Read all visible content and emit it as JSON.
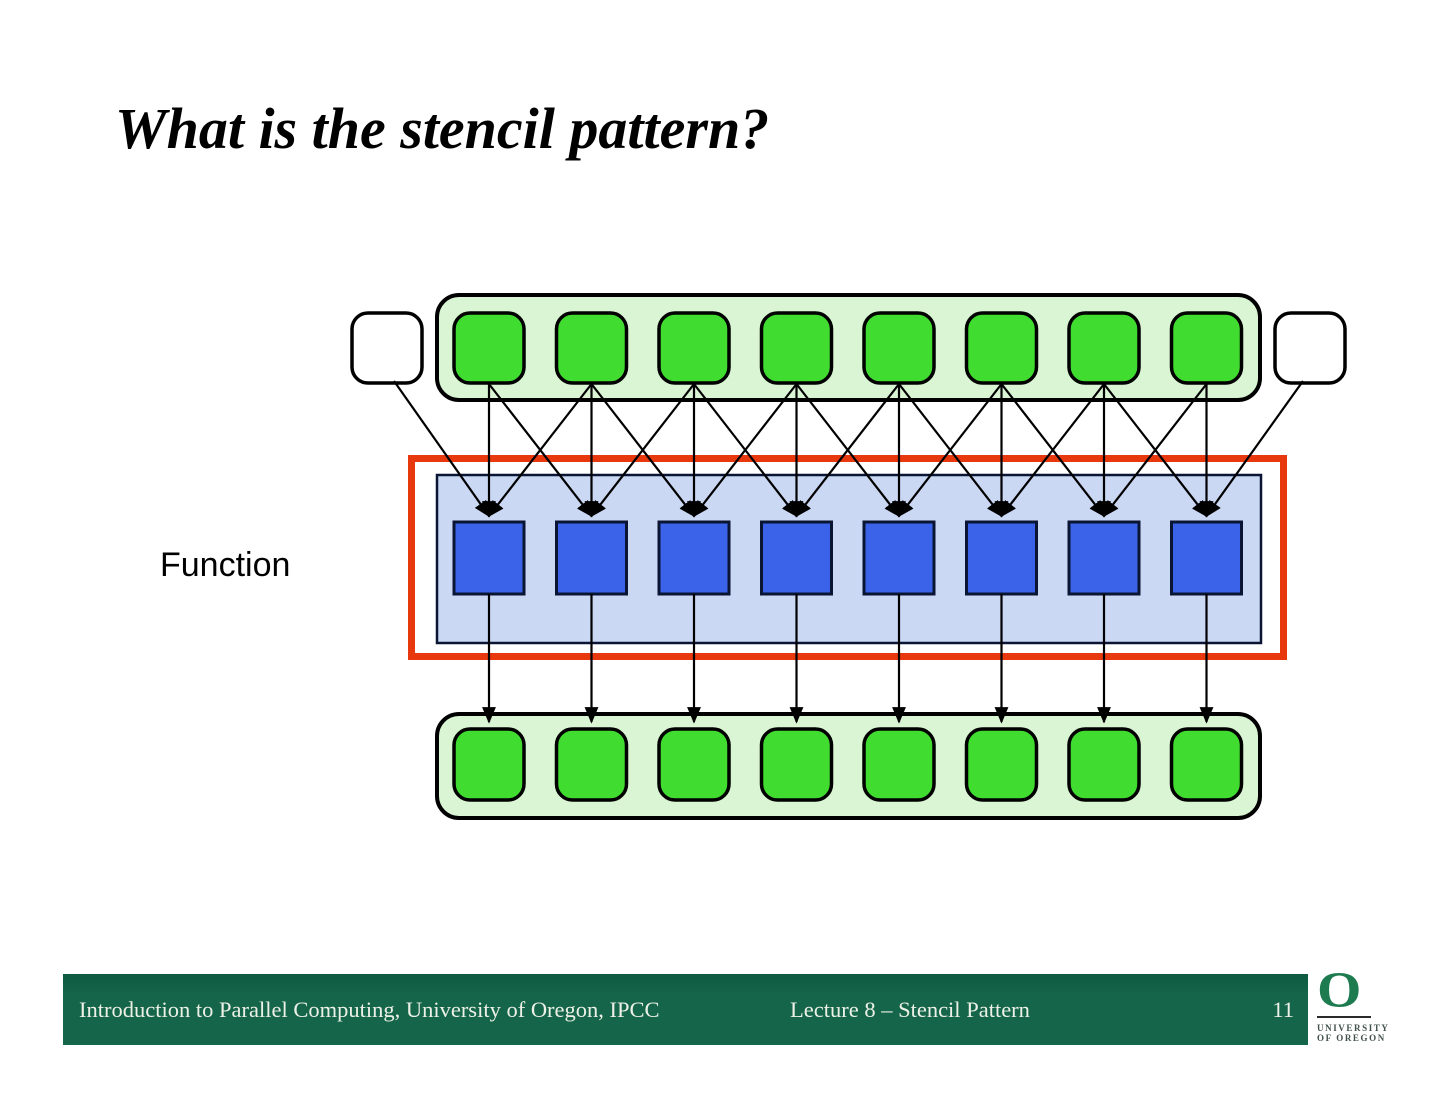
{
  "slide": {
    "title": "What is the stencil pattern?",
    "function_label": "Function",
    "background_color": "#ffffff"
  },
  "diagram": {
    "kind": "stencil-pattern-dataflow",
    "columns": 8,
    "top_row": {
      "data_cells": 8,
      "ghost_cells": 2
    },
    "middle_row": {
      "task_cells": 8
    },
    "bottom_row": {
      "data_cells": 8
    },
    "inputs_per_task": 3,
    "colors": {
      "data_cell_green": "#41dc30",
      "array_container_green": "#daf5d3",
      "task_cell_blue": "#3a63ea",
      "task_container_blue": "#cbd8f4",
      "task_container_border": "#0a1433",
      "highlight_red": "#e8380d",
      "ghost_cell_white": "#ffffff",
      "outline_black": "#000000",
      "arrow_black": "#000000"
    }
  },
  "footer": {
    "course": "Introduction to Parallel Computing, University of Oregon, IPCC",
    "lecture": "Lecture 8 – Stencil Pattern",
    "page_number": "11",
    "bar_color": "#15654a",
    "text_color": "#edf1e7"
  },
  "logo": {
    "letter": "O",
    "line1": "UNIVERSITY",
    "line2": "OF OREGON",
    "o_color": "#1e7b50",
    "text_color": "#41514a"
  }
}
